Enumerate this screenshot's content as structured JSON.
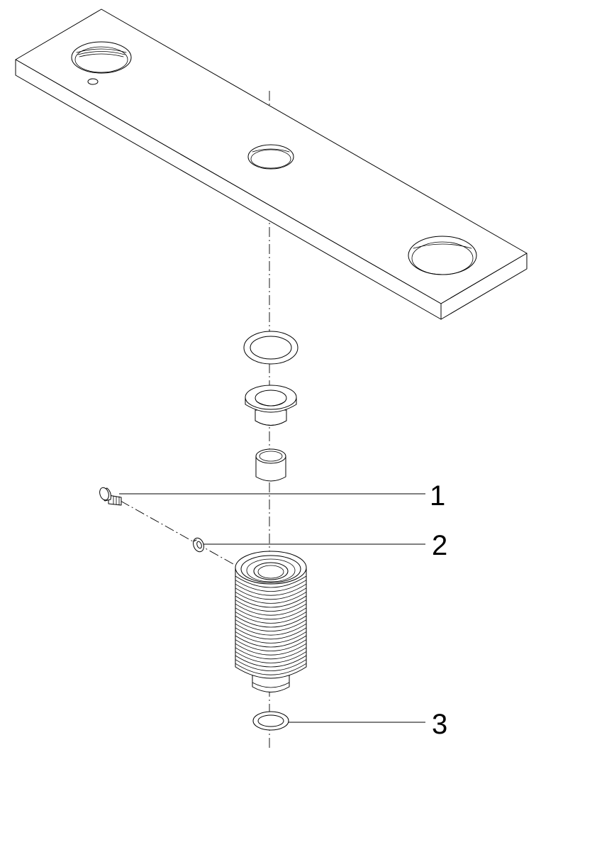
{
  "callouts": [
    {
      "id": "1",
      "label": "1",
      "part": "screw"
    },
    {
      "id": "2",
      "label": "2",
      "part": "small-ring"
    },
    {
      "id": "3",
      "label": "3",
      "part": "o-ring"
    }
  ],
  "colors": {
    "line": "#000000",
    "background": "#ffffff"
  }
}
